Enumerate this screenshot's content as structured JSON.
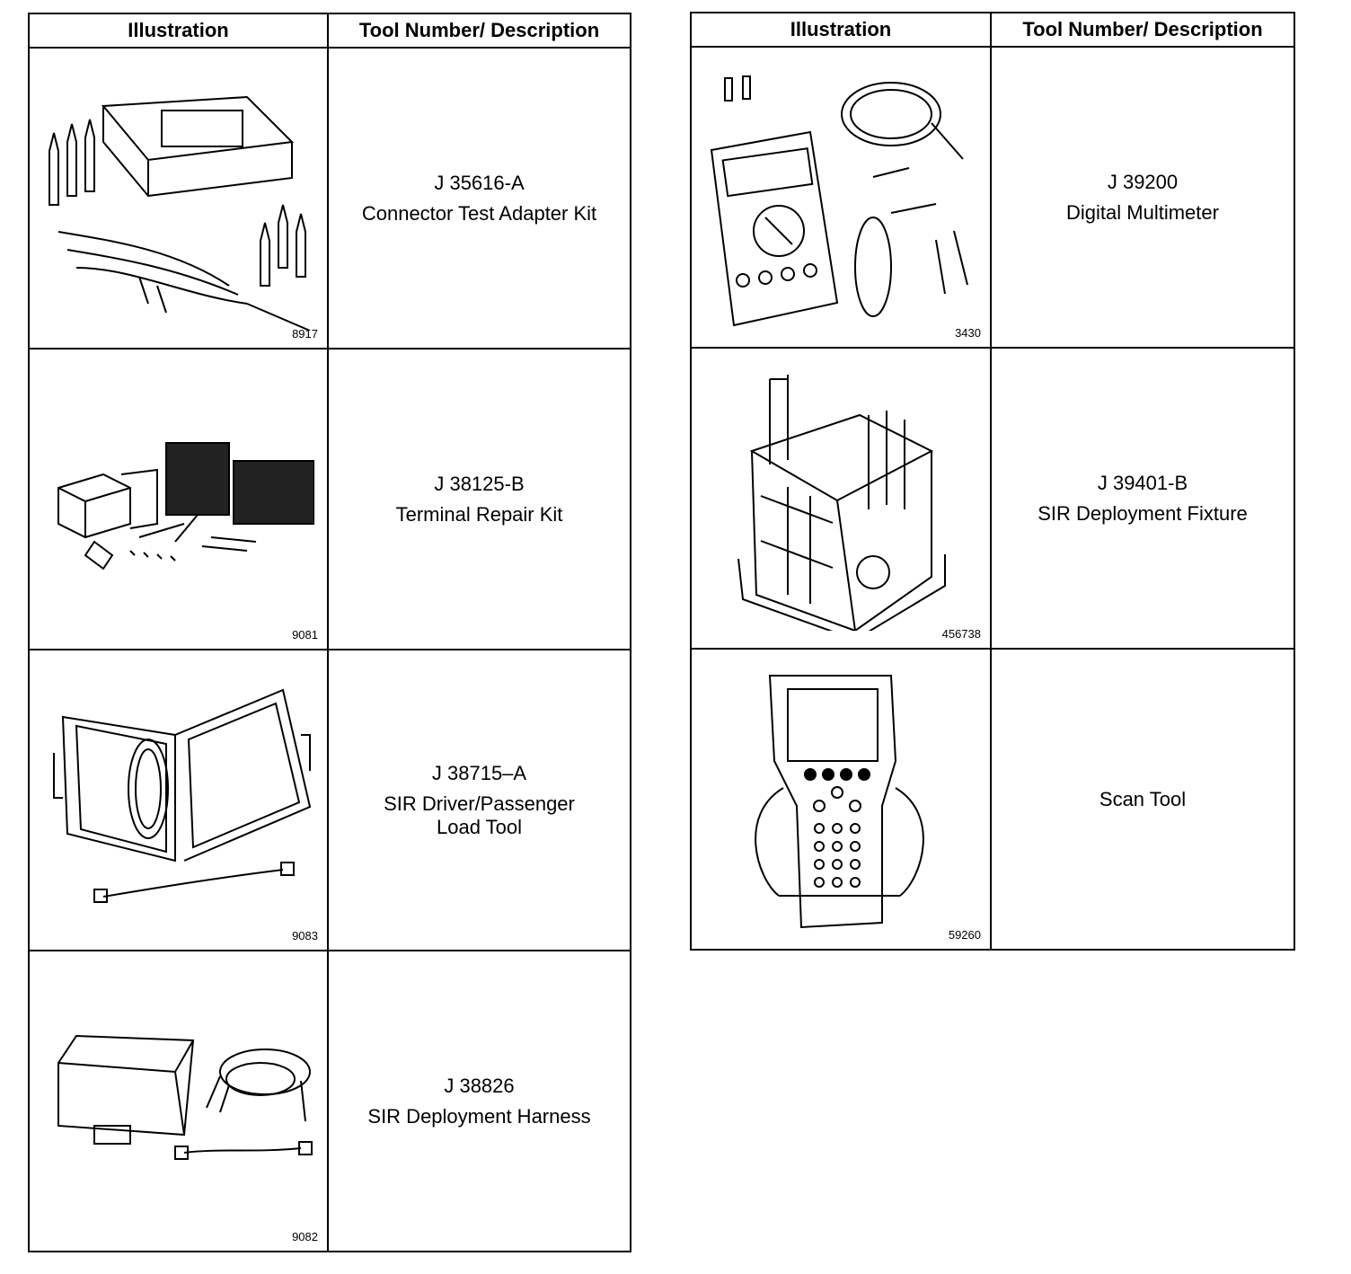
{
  "headers": {
    "illustration": "Illustration",
    "tool": "Tool Number/ Description"
  },
  "left": [
    {
      "figure": "8917",
      "tool_number": "J 35616-A",
      "description": "Connector Test Adapter Kit",
      "icon": "test-adapter-kit-icon"
    },
    {
      "figure": "9081",
      "tool_number": "J 38125-B",
      "description": "Terminal Repair Kit",
      "icon": "terminal-repair-kit-icon"
    },
    {
      "figure": "9083",
      "tool_number": "J 38715–A",
      "description": "SIR Driver/Passenger\nLoad Tool",
      "icon": "load-tool-case-icon"
    },
    {
      "figure": "9082",
      "tool_number": "J 38826",
      "description": "SIR Deployment Harness",
      "icon": "deployment-harness-icon"
    }
  ],
  "right": [
    {
      "figure": "3430",
      "tool_number": "J 39200",
      "description": "Digital Multimeter",
      "icon": "multimeter-icon"
    },
    {
      "figure": "456738",
      "tool_number": "J 39401-B",
      "description": "SIR Deployment Fixture",
      "icon": "deployment-fixture-icon"
    },
    {
      "figure": "59260",
      "tool_number": "",
      "description": "Scan Tool",
      "icon": "scan-tool-icon"
    }
  ]
}
